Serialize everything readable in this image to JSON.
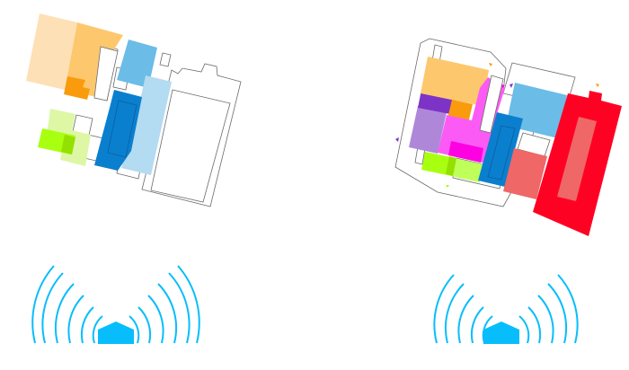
{
  "diagrams": [
    {
      "id": "plan-left",
      "style": "pastel-partial"
    },
    {
      "id": "plan-right",
      "style": "full-color"
    }
  ],
  "icons": [
    {
      "name": "wifi-signal-icon-left"
    },
    {
      "name": "wifi-signal-icon-right"
    }
  ],
  "colors": {
    "peach": "#fde0b6",
    "orange_light": "#fdc86d",
    "orange": "#f99b0d",
    "sky_blue": "#6bbce7",
    "pale_blue": "#b3dbf1",
    "mid_blue": "#0a7fce",
    "lime_light": "#ddf7a5",
    "lime": "#a8ff10",
    "purple": "#7d33c6",
    "lavender": "#ae87d9",
    "magenta_light": "#fb5bf4",
    "magenta": "#ff00e2",
    "salmon": "#ef6767",
    "red": "#fe0224",
    "cyan_signal": "#08bdfc",
    "outline": "#6b6b6b"
  }
}
